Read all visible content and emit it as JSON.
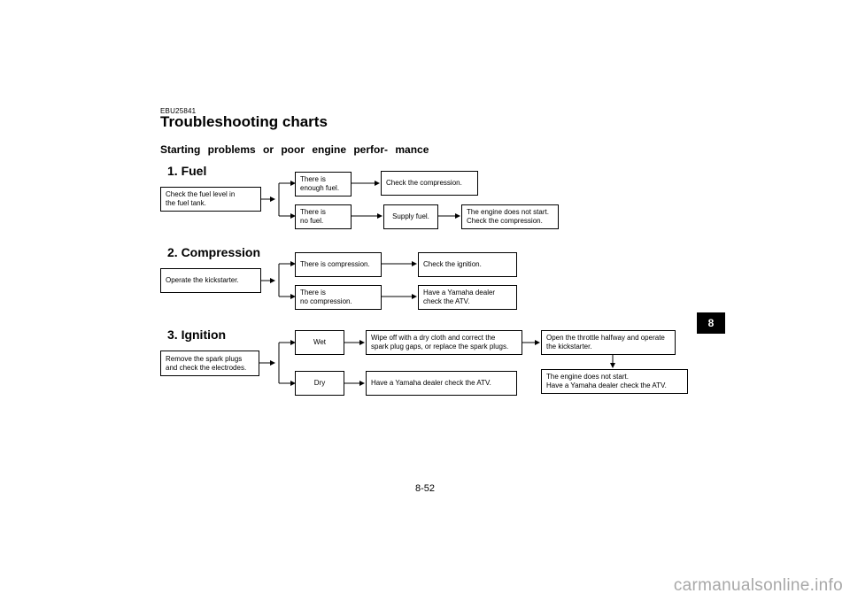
{
  "header": {
    "code": "EBU25841",
    "title": "Troubleshooting charts",
    "subtitle": "Starting problems or poor engine perfor- mance"
  },
  "sections": {
    "fuel": {
      "heading": "1. Fuel",
      "start": "Check the fuel level in\nthe fuel tank.",
      "yes": "There is\nenough fuel.",
      "yes_result": "Check the compression.",
      "no": "There is\nno fuel.",
      "no_action": "Supply fuel.",
      "no_result": "The engine does not start.\nCheck the compression."
    },
    "compression": {
      "heading": "2. Compression",
      "start": "Operate the kickstarter.",
      "yes": "There is compression.",
      "yes_result": "Check the ignition.",
      "no": "There is\nno compression.",
      "no_result": "Have a Yamaha dealer\ncheck the ATV."
    },
    "ignition": {
      "heading": "3. Ignition",
      "start": "Remove the spark plugs\nand check the electrodes.",
      "wet": "Wet",
      "wet_action": "Wipe off with a dry cloth and correct the\nspark plug gaps, or replace the spark plugs.",
      "wet_next": "Open the throttle halfway and operate\nthe kickstarter.",
      "wet_result": "The engine does not start.\nHave a Yamaha dealer check the ATV.",
      "dry": "Dry",
      "dry_result": "Have a Yamaha dealer check the ATV."
    }
  },
  "chapter_tab": "8",
  "page_number": "8-52",
  "watermark": "carmanualsonline.info"
}
